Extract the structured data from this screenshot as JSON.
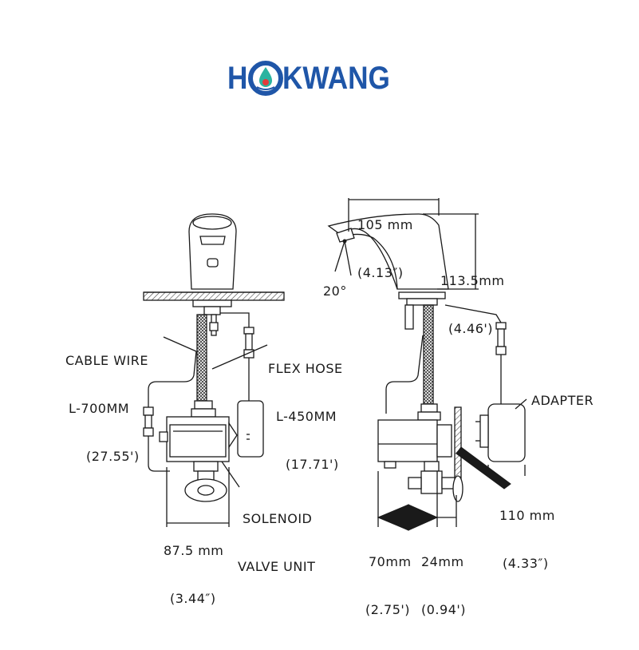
{
  "brand": {
    "name_left": "H",
    "name_right": "KWANG",
    "color": "#1f56a8",
    "drop_colors": [
      "#2bb3a0",
      "#e23b3b",
      "#1f56a8"
    ]
  },
  "front_view": {
    "cable_wire": {
      "line1": "CABLE WIRE",
      "line2": "L-700MM",
      "line3": "(27.55')"
    },
    "flex_hose": {
      "line1": "FLEX HOSE",
      "line2": "L-450MM",
      "line3": "(17.71')"
    },
    "solenoid": {
      "line1": "SOLENOID",
      "line2": "VALVE UNIT"
    },
    "width": {
      "mm": "87.5 mm",
      "inch": "(3.44″)"
    }
  },
  "side_view": {
    "spout_reach": {
      "mm": "105 mm",
      "inch": "(4.13″)"
    },
    "height": {
      "mm": "113.5mm",
      "inch": "(4.46')"
    },
    "angle": "20°",
    "adapter": "ADAPTER",
    "adapter_width": {
      "mm": "110 mm",
      "inch": "(4.33″)"
    },
    "box_width": {
      "mm": "70mm",
      "inch": "(2.75')"
    },
    "offset": {
      "mm": "24mm",
      "inch": "(0.94')"
    }
  },
  "colors": {
    "line": "#1a1a1a",
    "hatch": "#444444"
  }
}
